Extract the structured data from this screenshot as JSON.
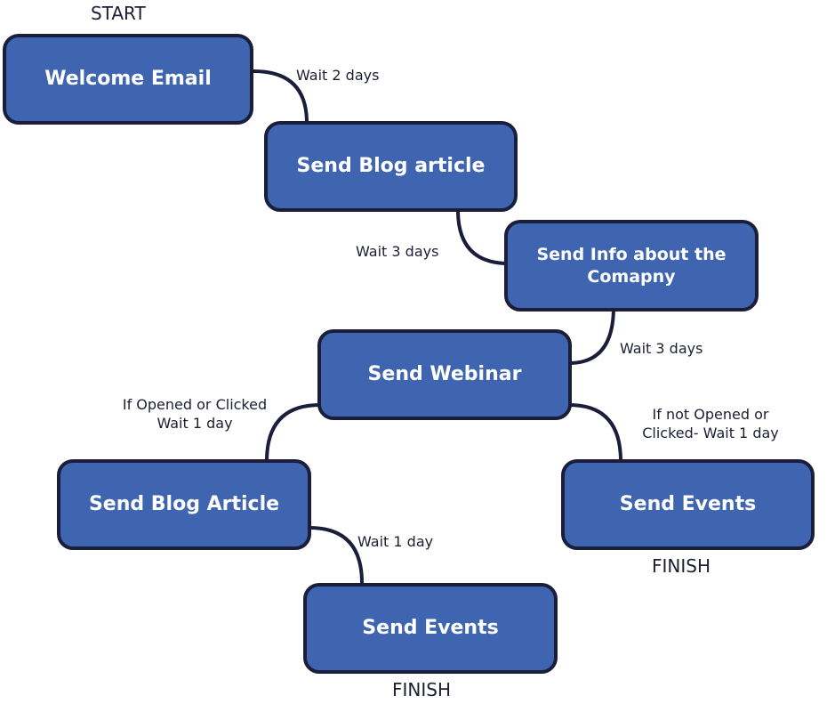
{
  "markers": {
    "start": "START",
    "finish_right": "FINISH",
    "finish_bottom": "FINISH"
  },
  "nodes": {
    "welcome_email": "Welcome Email",
    "send_blog_article": "Send Blog article",
    "send_info_line1": "Send Info about the",
    "send_info_line2": "Comapny",
    "send_webinar": "Send Webinar",
    "send_blog_article_2": "Send Blog Article",
    "send_events_right": "Send Events",
    "send_events_bottom": "Send Events"
  },
  "edges": {
    "wait_2_days": "Wait 2 days",
    "wait_3_days_a": "Wait 3 days",
    "wait_3_days_b": "Wait 3 days",
    "opened_line1": "If Opened or Clicked",
    "opened_line2": "Wait 1 day",
    "not_opened_line1": "If  not Opened or",
    "not_opened_line2": "Clicked- Wait 1 day",
    "wait_1_day": "Wait 1 day"
  },
  "colors": {
    "node_fill": "#3f65b0",
    "node_border": "#1a1e3a",
    "node_text": "#ffffff",
    "connector": "#1a1e3a",
    "caption_text": "#1c1f33"
  }
}
